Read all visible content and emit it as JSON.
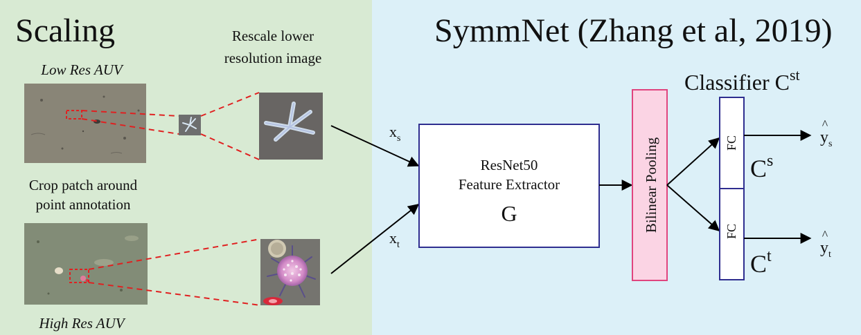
{
  "left_panel": {
    "title": "Scaling",
    "low_res_label": "Low Res AUV",
    "high_res_label": "High Res AUV",
    "rescale_caption_line1": "Rescale lower",
    "rescale_caption_line2": "resolution image",
    "crop_caption_line1": "Crop patch around",
    "crop_caption_line2": "point annotation"
  },
  "right_panel": {
    "title": "SymmNet (Zhang et al, 2019)",
    "classifier_label": "Classifier C",
    "classifier_sup": "st"
  },
  "inputs": {
    "source_label": "x",
    "source_sub": "s",
    "target_label": "x",
    "target_sub": "t"
  },
  "feature_extractor": {
    "line1": "ResNet50",
    "line2": "Feature Extractor",
    "symbol": "G"
  },
  "pooling": {
    "label": "Bilinear Pooling"
  },
  "heads": {
    "source_fc": "FC",
    "source_name": "C",
    "source_sup": "s",
    "target_fc": "FC",
    "target_name": "C",
    "target_sup": "t"
  },
  "outputs": {
    "source_label": "y",
    "source_hat": "^",
    "source_sub": "s",
    "target_label": "y",
    "target_hat": "^",
    "target_sub": "t"
  },
  "colors": {
    "left_bg": "#d8ead3",
    "right_bg": "#dcf0f8",
    "box_border": "#2e2d8f",
    "pooling_fill": "#fbd4e4",
    "pooling_border": "#e0447e",
    "dash_red": "#e02020"
  }
}
